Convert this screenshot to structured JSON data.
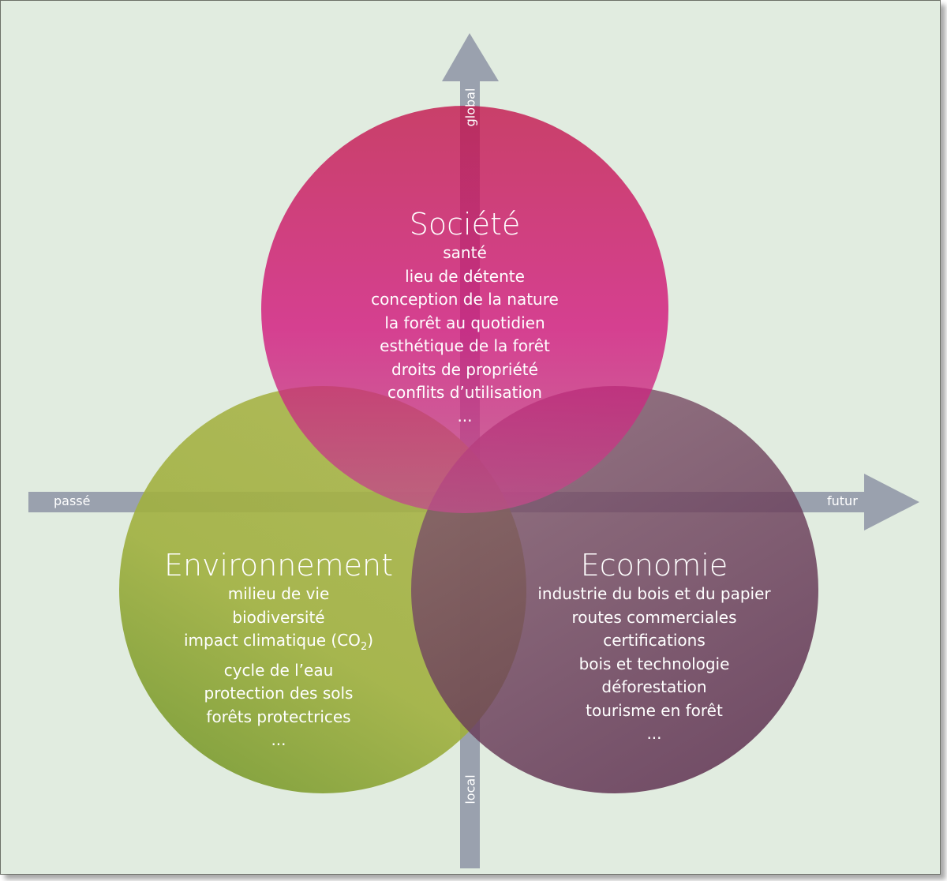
{
  "axes": {
    "up": "global",
    "down": "local",
    "left": "passé",
    "right": "futur"
  },
  "circles": {
    "societe": {
      "title": "Société",
      "items": [
        "santé",
        "lieu de détente",
        "conception de la nature",
        "la forêt au quotidien",
        "esthétique de la forêt",
        "droits de propriété",
        "conflits d’utilisation",
        "..."
      ]
    },
    "environnement": {
      "title": "Environnement",
      "items": [
        "milieu de vie",
        "biodiversité",
        "impact climatique (CO",
        "2",
        ")",
        "cycle de l’eau",
        "protection des sols",
        "forêts protectrices",
        "..."
      ]
    },
    "economie": {
      "title": "Economie",
      "items": [
        "industrie du bois et du papier",
        "routes commerciales",
        "certifications",
        "bois et technologie",
        "déforestation",
        "tourisme en forêt",
        "..."
      ]
    }
  },
  "colors": {
    "background": "#e1ece0",
    "arrow": "#9aa1ae",
    "societe": "#c8106a",
    "environnement": "#9aaa3c",
    "economie": "#6e3d58"
  }
}
